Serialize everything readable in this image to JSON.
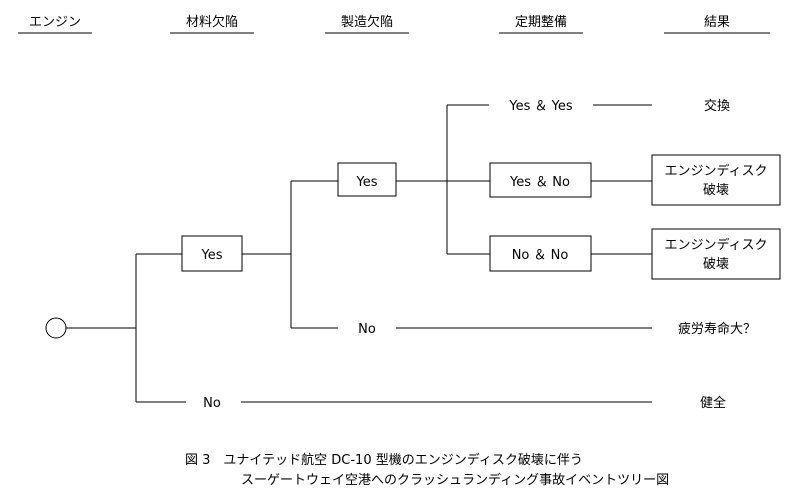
{
  "headers": [
    "エンジン",
    "材料欠陥",
    "製造欠陥",
    "定期整備",
    "結果"
  ],
  "branch_labels": {
    "material_yes": "Yes",
    "material_no": "No",
    "mfg_yes": "Yes",
    "mfg_no": "No",
    "maint_yes_yes": "Yes ＆ Yes",
    "maint_yes_no": "Yes ＆ No",
    "maint_no_no": "No ＆ No"
  },
  "outcomes": {
    "replace": "交換",
    "disk_burst_1": [
      "エンジンディスク",
      "破壊"
    ],
    "disk_burst_2": [
      "エンジンディスク",
      "破壊"
    ],
    "fatigue": "疲労寿命大？",
    "sound": "健全"
  },
  "caption": {
    "line1": "図 3　ユナイテッド航空 DC-10 型機のエンジンディスク破壊に伴う",
    "line2": "スーゲートウェイ空港へのクラッシュランディング事故イベントツリー図"
  }
}
